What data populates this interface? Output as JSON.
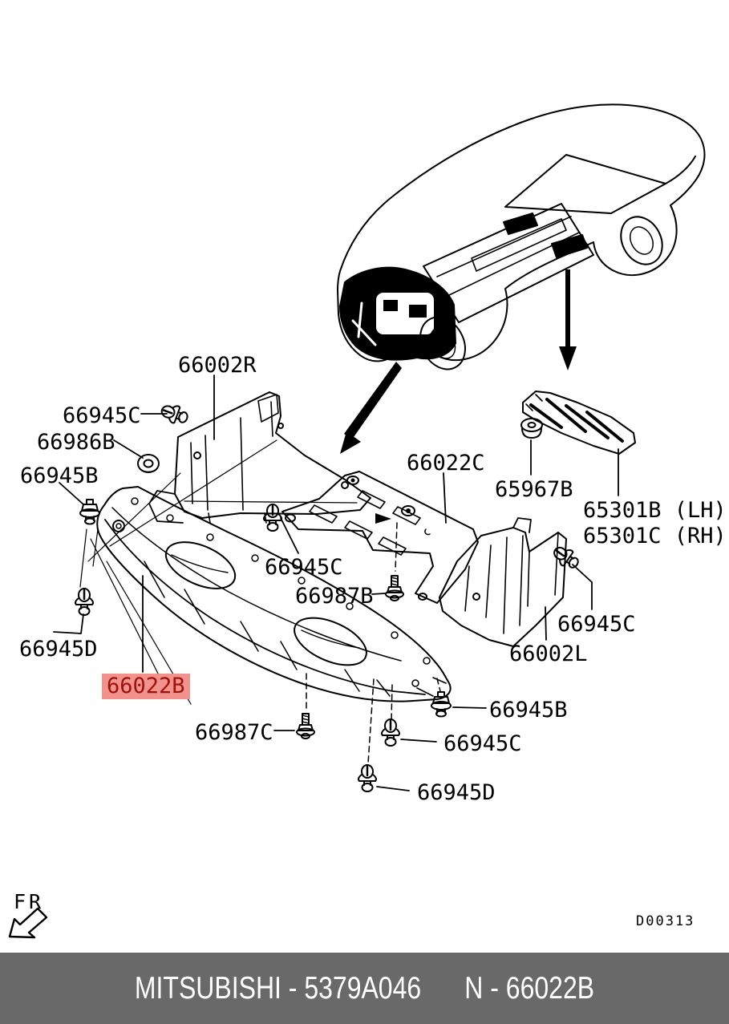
{
  "title": "Mitsubishi parts diagram - front under cover",
  "labels": [
    {
      "text": "66002R",
      "highlight": false
    },
    {
      "text": "66945C",
      "highlight": false
    },
    {
      "text": "66986B",
      "highlight": false
    },
    {
      "text": "66945B",
      "highlight": false
    },
    {
      "text": "66022C",
      "highlight": false
    },
    {
      "text": "65967B",
      "highlight": false
    },
    {
      "text": "65301B (LH)",
      "highlight": false
    },
    {
      "text": "65301C (RH)",
      "highlight": false
    },
    {
      "text": "66945C",
      "highlight": false
    },
    {
      "text": "66987B",
      "highlight": false
    },
    {
      "text": "66945D",
      "highlight": false
    },
    {
      "text": "66022B",
      "highlight": true
    },
    {
      "text": "66987C",
      "highlight": false
    },
    {
      "text": "66945B",
      "highlight": false
    },
    {
      "text": "66945C",
      "highlight": false
    },
    {
      "text": "66945D",
      "highlight": false
    },
    {
      "text": "66002L",
      "highlight": false
    },
    {
      "text": "66945C",
      "highlight": false
    }
  ],
  "fr_indicator": "FR",
  "drawing_code": "D00313",
  "footer": {
    "part_number": "MITSUBISHI - 5379A046",
    "ref_number": "N - 66022B"
  },
  "colors": {
    "line": "#000000",
    "highlight_bg": "#F2928C",
    "highlight_text": "#9E120E",
    "footer_bg": "#696969",
    "footer_text": "#FFFFFF"
  }
}
